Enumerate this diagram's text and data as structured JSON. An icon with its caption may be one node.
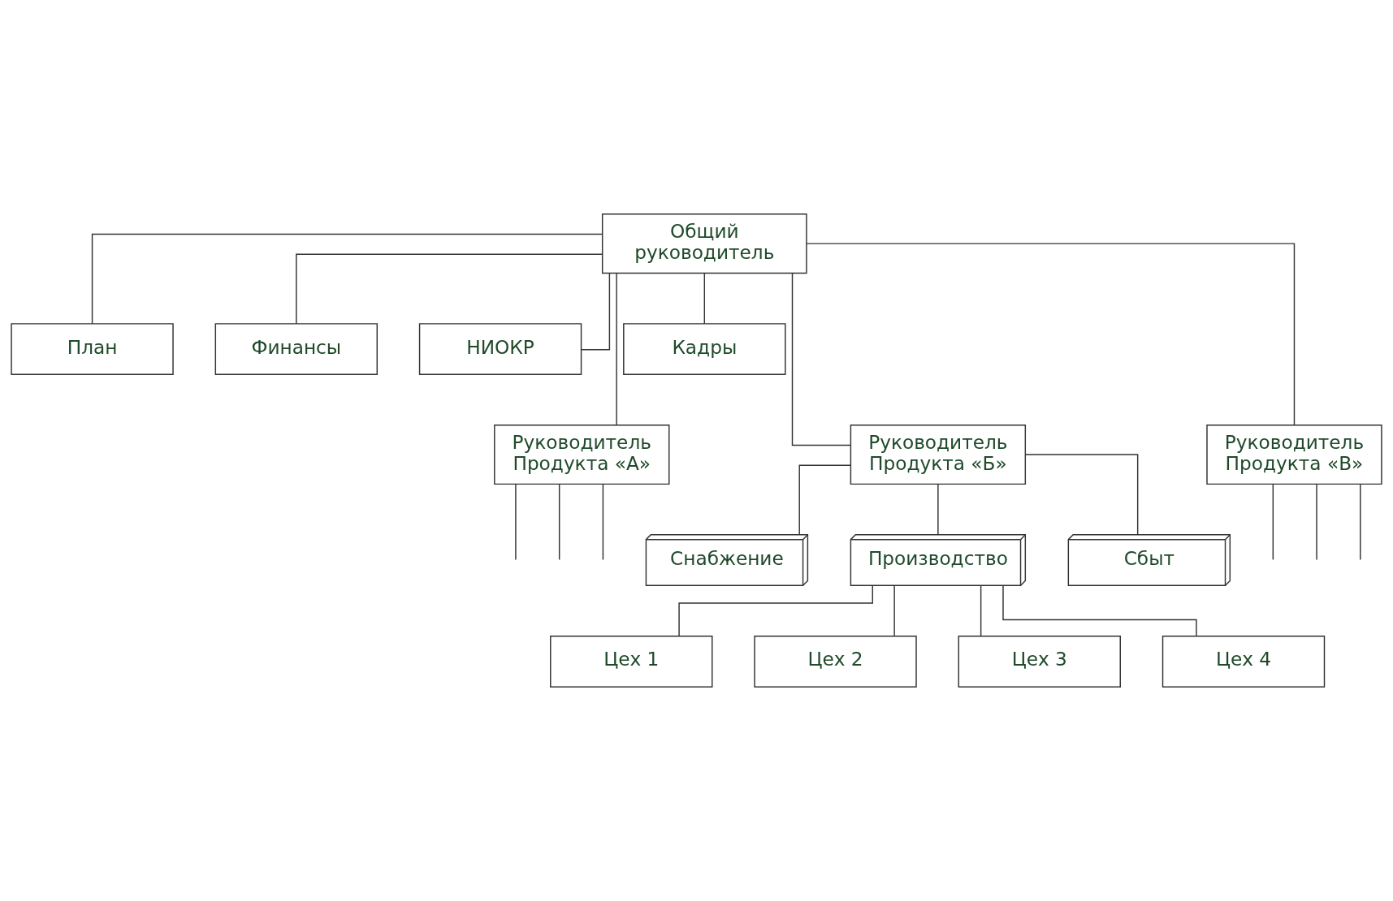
{
  "diagram": {
    "nodes": [
      {
        "text": [
          "Общий руководитель"
        ]
      },
      {
        "text": [
          "План"
        ]
      },
      {
        "text": [
          "Финансы"
        ]
      },
      {
        "text": [
          "НИОКР"
        ]
      },
      {
        "text": [
          "Кадры"
        ]
      },
      {
        "text": [
          "Руководитель Продукта «А»"
        ]
      },
      {
        "text": [
          "Руководитель Продукта «Б»"
        ]
      },
      {
        "text": [
          "Руководитель Продукта «В»"
        ]
      },
      {
        "text": [
          "Снабжение"
        ]
      },
      {
        "text": [
          "Производство"
        ]
      },
      {
        "text": [
          "Сбыт"
        ]
      },
      {
        "text": [
          "Цех 1"
        ]
      },
      {
        "text": [
          "Цех 2"
        ]
      },
      {
        "text": [
          "Цех 3"
        ]
      },
      {
        "text": [
          "Цех 4"
        ]
      }
    ],
    "edges": [
      {
        "from": 0,
        "to": 1,
        "arrow": "none"
      },
      {
        "from": 0,
        "to": 2,
        "arrow": "none"
      },
      {
        "from": 0,
        "to": 3,
        "arrow": "none"
      },
      {
        "from": 0,
        "to": 4,
        "arrow": "none"
      },
      {
        "from": 0,
        "to": 5,
        "arrow": "none"
      },
      {
        "from": 0,
        "to": 6,
        "arrow": "none"
      },
      {
        "from": 0,
        "to": 7,
        "arrow": "none"
      },
      {
        "from": 5,
        "to": null,
        "arrow": "none"
      },
      {
        "from": 5,
        "to": null,
        "arrow": "none"
      },
      {
        "from": 5,
        "to": null,
        "arrow": "none"
      },
      {
        "from": 6,
        "to": 8,
        "arrow": "none"
      },
      {
        "from": 6,
        "to": 9,
        "arrow": "none"
      },
      {
        "from": 6,
        "to": 10,
        "arrow": "none"
      },
      {
        "from": 7,
        "to": null,
        "arrow": "none"
      },
      {
        "from": 7,
        "to": null,
        "arrow": "none"
      },
      {
        "from": 7,
        "to": null,
        "arrow": "none"
      },
      {
        "from": 9,
        "to": 11,
        "arrow": "none"
      },
      {
        "from": 9,
        "to": 12,
        "arrow": "none"
      },
      {
        "from": 9,
        "to": 13,
        "arrow": "none"
      },
      {
        "from": 9,
        "to": 14,
        "arrow": "none"
      }
    ]
  }
}
